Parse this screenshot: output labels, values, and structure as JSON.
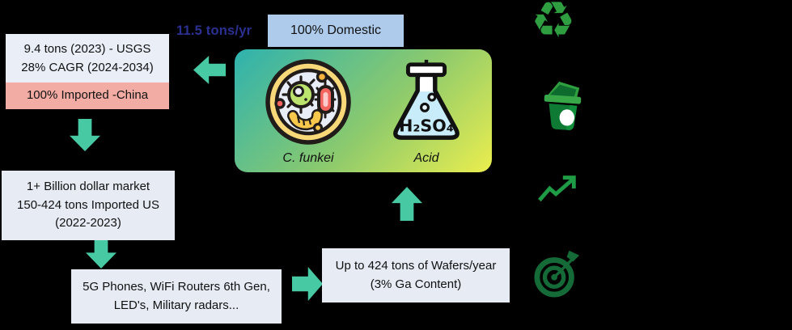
{
  "supply_box": {
    "line1": "9.4 tons (2023) - USGS",
    "line2": "28% CAGR (2024-2034)",
    "imported": "100% Imported -China"
  },
  "flow_label": "11.5 tons/yr",
  "domestic_label": "100% Domestic",
  "process_box": {
    "microbe_label": "C. funkei",
    "acid_label": "Acid",
    "acid_formula": "H₂SO₄"
  },
  "market_box": {
    "line1": "1+ Billion dollar market",
    "line2": "150-424 tons Imported US",
    "line3": "(2022-2023)"
  },
  "applications_box": {
    "line1": "5G Phones, WiFi Routers 6th Gen,",
    "line2": "LED's, Military radars..."
  },
  "wafers_box": {
    "line1": "Up to 424 tons of Wafers/year",
    "line2": "(3% Ga Content)"
  },
  "icons": {
    "recycle_glyph": "♻",
    "recycle_name": "recycling",
    "bin_name": "waste-bin",
    "growth_name": "market-growth",
    "target_name": "target-goal"
  },
  "colors": {
    "arrow_green": "#47c9a4",
    "box_bg": "#e6ebf4",
    "imported_pink": "#f3aca3",
    "domestic_blue": "#aecbec",
    "flow_label_navy": "#2b3192",
    "gradient_teal": "#2eb2af",
    "gradient_yellow": "#ebee4e",
    "icon_green": "#2e9e41",
    "icon_dark_green": "#156b38"
  }
}
